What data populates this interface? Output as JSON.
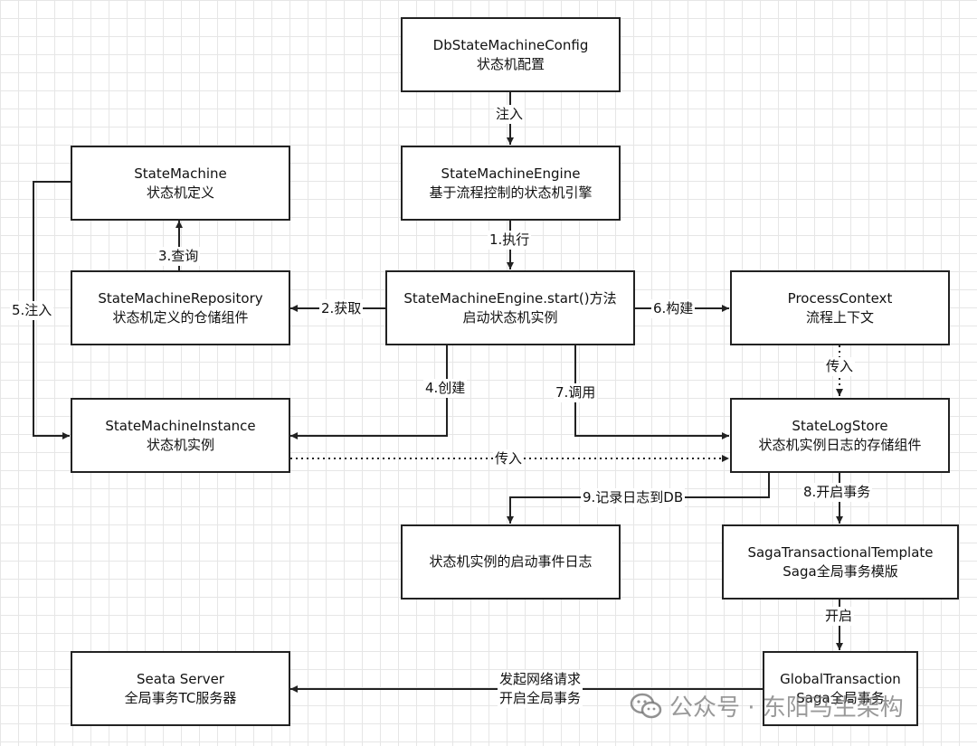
{
  "nodes": {
    "config": {
      "line1": "DbStateMachineConfig",
      "line2": "状态机配置"
    },
    "engine": {
      "line1": "StateMachineEngine",
      "line2": "基于流程控制的状态机引擎"
    },
    "state_machine": {
      "line1": "StateMachine",
      "line2": "状态机定义"
    },
    "repository": {
      "line1": "StateMachineRepository",
      "line2": "状态机定义的仓储组件"
    },
    "start": {
      "line1": "StateMachineEngine.start()方法",
      "line2": "启动状态机实例"
    },
    "context": {
      "line1": "ProcessContext",
      "line2": "流程上下文"
    },
    "instance": {
      "line1": "StateMachineInstance",
      "line2": "状态机实例"
    },
    "log_store": {
      "line1": "StateLogStore",
      "line2": "状态机实例日志的存储组件"
    },
    "start_log": {
      "line1": "状态机实例的启动事件日志"
    },
    "saga_template": {
      "line1": "SagaTransactionalTemplate",
      "line2": "Saga全局事务模版"
    },
    "seata_server": {
      "line1": "Seata Server",
      "line2": "全局事务TC服务器"
    },
    "global_tx": {
      "line1": "GlobalTransaction",
      "line2": "Saga全局事务"
    }
  },
  "edges": {
    "inject_engine": "注入",
    "execute": "1.执行",
    "fetch": "2.获取",
    "query": "3.查询",
    "create": "4.创建",
    "inject_instance": "5.注入",
    "build": "6.构建",
    "call": "7.调用",
    "open_tx": "8.开启事务",
    "record_log": "9.记录日志到DB",
    "pass_context": "传入",
    "pass_instance": "传入",
    "open": "开启",
    "network_request_1": "发起网络请求",
    "network_request_2": "开启全局事务"
  },
  "watermark": {
    "text": "公众号 · 东阳马生架构",
    "icon": "wechat-icon"
  }
}
